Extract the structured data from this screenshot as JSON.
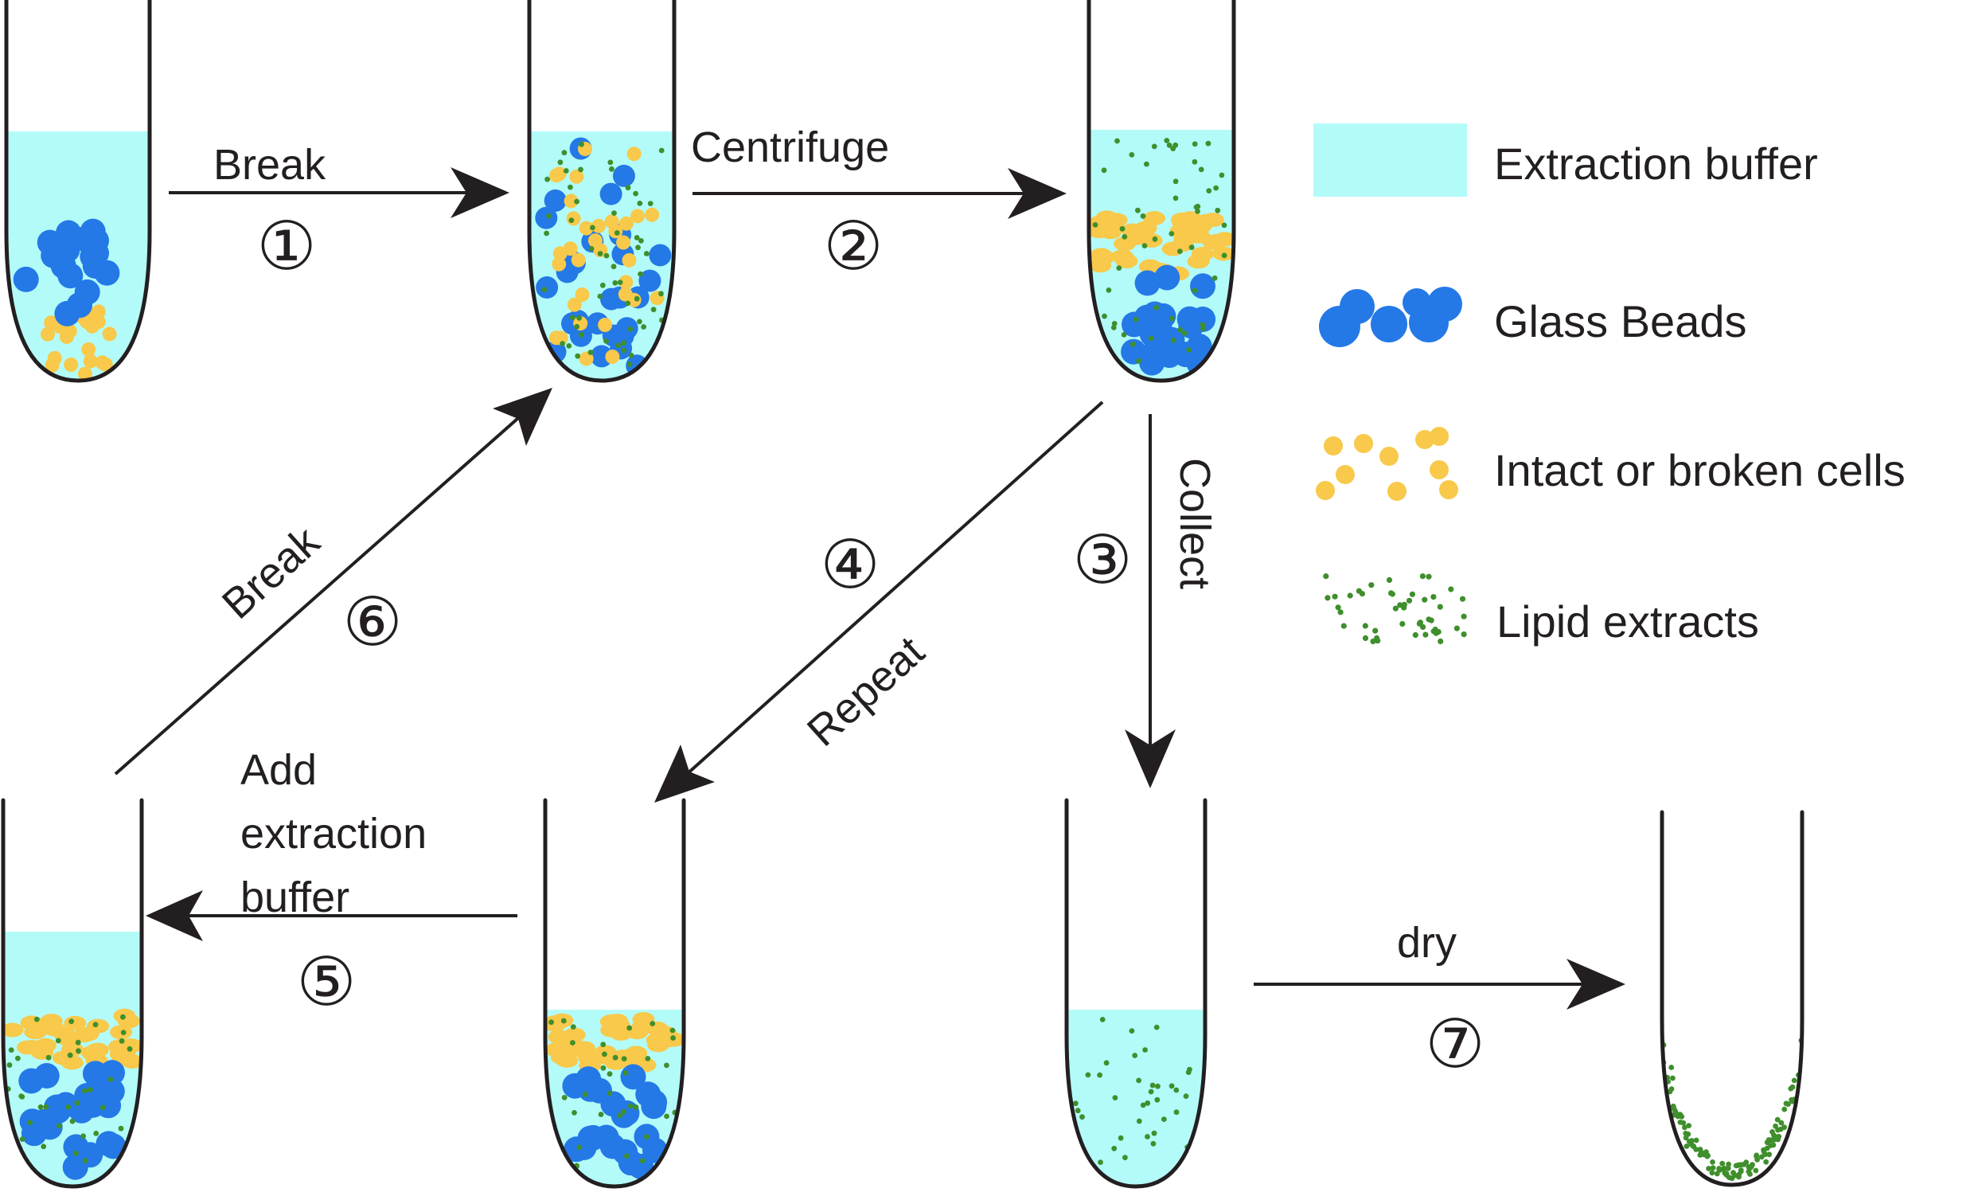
{
  "colors": {
    "extraction_buffer": "#b3fbf9",
    "glass_beads": "#2479e6",
    "cells": "#f8c94a",
    "lipid": "#3f8f2c",
    "ink": "#231f20"
  },
  "steps": {
    "break1": {
      "label": "Break",
      "number": "①"
    },
    "centrifuge": {
      "label": "Centrifuge",
      "number": "②"
    },
    "collect": {
      "label": "Collect",
      "number": "③"
    },
    "repeat": {
      "label": "Repeat",
      "number": "④"
    },
    "add_buffer": {
      "label_lines": [
        "Add",
        "extraction",
        "buffer"
      ],
      "number": "⑤"
    },
    "break2": {
      "label": "Break",
      "number": "⑥"
    },
    "dry": {
      "label": "dry",
      "number": "⑦"
    }
  },
  "legend": {
    "extraction_buffer": "Extraction buffer",
    "glass_beads": "Glass Beads",
    "cells": "Intact or broken cells",
    "lipid": "Lipid extracts"
  }
}
